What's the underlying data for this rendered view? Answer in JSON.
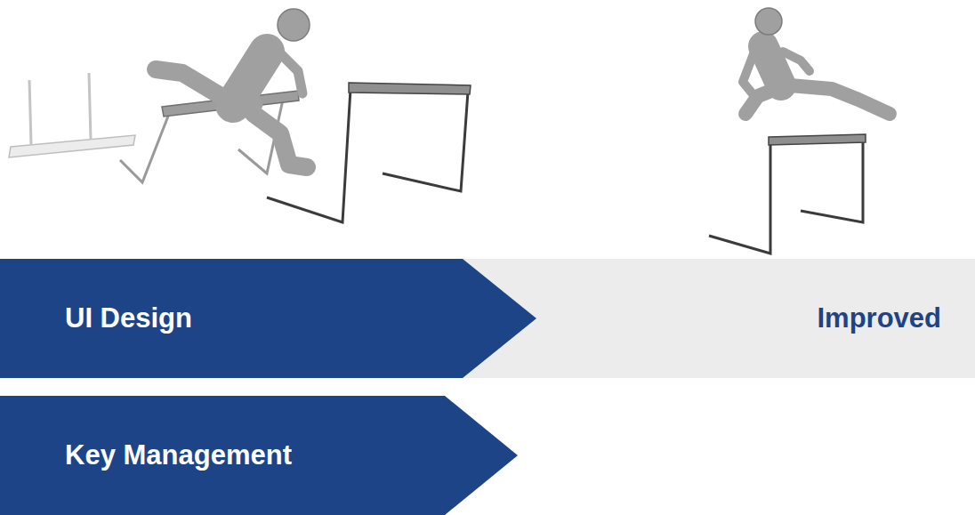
{
  "diagram": {
    "nodes": [
      {
        "text": [
          "UI Design"
        ]
      },
      {
        "text": [
          "Improved"
        ]
      },
      {
        "text": [
          "Key Management"
        ]
      }
    ]
  }
}
